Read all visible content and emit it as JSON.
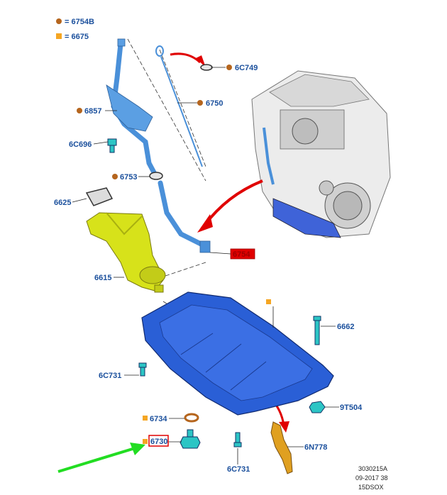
{
  "legend": [
    {
      "marker": "circle",
      "color": "#b5651d",
      "text": "6754B"
    },
    {
      "marker": "square",
      "color": "#f5a623",
      "text": "6675"
    }
  ],
  "labels": {
    "l6c749": "6C749",
    "l6750": "6750",
    "l6857": "6857",
    "l6c696": "6C696",
    "l6753": "6753",
    "l6625": "6625",
    "l6754": "6754",
    "l6615": "6615",
    "l6662": "6662",
    "l6c731a": "6C731",
    "l9t504": "9T504",
    "l6734": "6734",
    "l6730": "6730",
    "l6n778": "6N778",
    "l6c731b": "6C731"
  },
  "code_block": {
    "line1": "3030215A",
    "line2": "09-2017 38",
    "line3": "15DSOX"
  },
  "colors": {
    "label_blue": "#1a4f9c",
    "part_blue": "#4a90d9",
    "pan_blue": "#2a5fd6",
    "gear_yellow": "#d7e21a",
    "pickup_orange": "#e0a020",
    "arrow_red": "#e00000",
    "arrow_green": "#22dd22",
    "highlight_red": "#e00000"
  }
}
